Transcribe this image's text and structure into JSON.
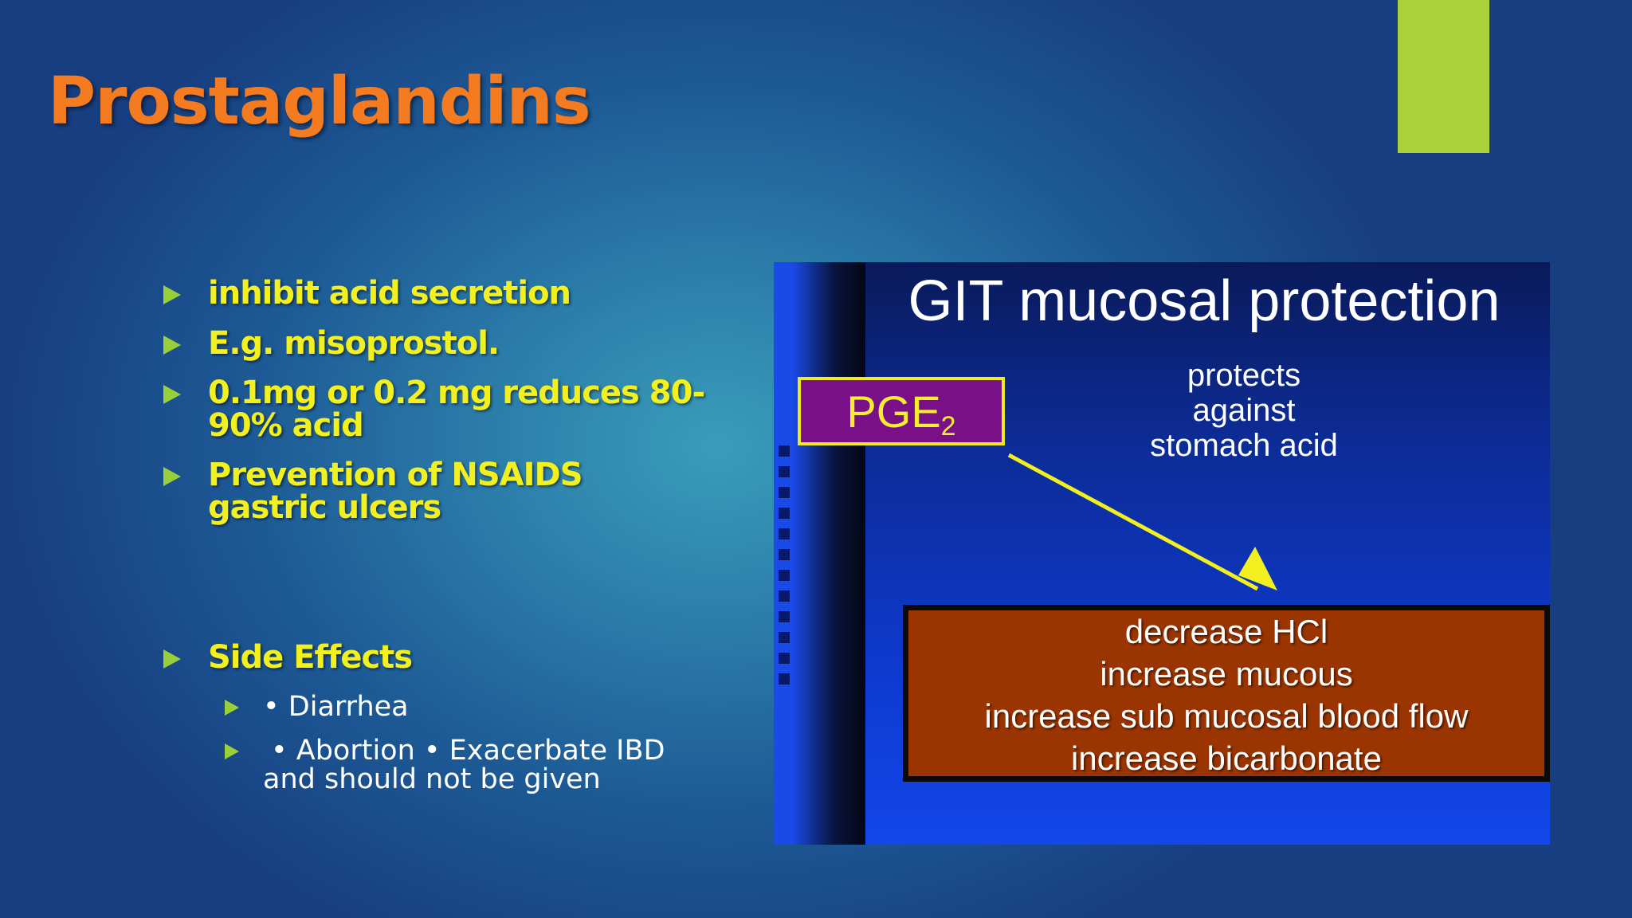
{
  "title": "Prostaglandins",
  "colors": {
    "title": "#f47b20",
    "bullet_text": "#f3f020",
    "bullet_arrow": "#9bcf3a",
    "accent_bar": "#a8d13a"
  },
  "bullets": [
    "inhibit acid secretion",
    "E.g. misoprostol.",
    "0.1mg or 0.2 mg reduces 80-90% acid",
    "Prevention of NSAIDS gastric ulcers",
    "Side Effects"
  ],
  "sub_bullets": [
    "• Diarrhea",
    "• Abortion • Exacerbate IBD and should not be given"
  ],
  "figure": {
    "title": "GIT mucosal protection",
    "box_label": "PGE",
    "box_label_sub": "2",
    "protects": [
      "protects",
      "against",
      "stomach acid"
    ],
    "effects": [
      "decrease HCl",
      "increase mucous",
      "increase sub mucosal blood flow",
      "increase bicarbonate"
    ]
  }
}
